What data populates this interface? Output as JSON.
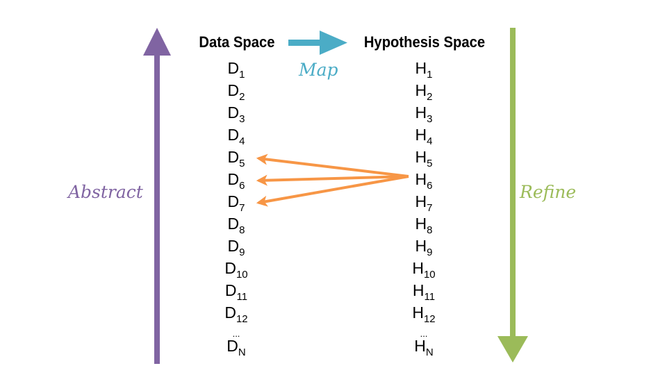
{
  "headings": {
    "data_space": "Data Space",
    "hypothesis_space": "Hypothesis Space"
  },
  "labels": {
    "map": "Map",
    "abstract": "Abstract",
    "refine": "Refine"
  },
  "data_items": [
    {
      "letter": "D",
      "sub": "1"
    },
    {
      "letter": "D",
      "sub": "2"
    },
    {
      "letter": "D",
      "sub": "3"
    },
    {
      "letter": "D",
      "sub": "4"
    },
    {
      "letter": "D",
      "sub": "5"
    },
    {
      "letter": "D",
      "sub": "6"
    },
    {
      "letter": "D",
      "sub": "7"
    },
    {
      "letter": "D",
      "sub": "8"
    },
    {
      "letter": "D",
      "sub": "9"
    },
    {
      "letter": "D",
      "sub": "10"
    },
    {
      "letter": "D",
      "sub": "11"
    },
    {
      "letter": "D",
      "sub": "12"
    }
  ],
  "data_last": {
    "letter": "D",
    "sub": "N"
  },
  "hyp_items": [
    {
      "letter": "H",
      "sub": "1"
    },
    {
      "letter": "H",
      "sub": "2"
    },
    {
      "letter": "H",
      "sub": "3"
    },
    {
      "letter": "H",
      "sub": "4"
    },
    {
      "letter": "H",
      "sub": "5"
    },
    {
      "letter": "H",
      "sub": "6"
    },
    {
      "letter": "H",
      "sub": "7"
    },
    {
      "letter": "H",
      "sub": "8"
    },
    {
      "letter": "H",
      "sub": "9"
    },
    {
      "letter": "H",
      "sub": "10"
    },
    {
      "letter": "H",
      "sub": "11"
    },
    {
      "letter": "H",
      "sub": "12"
    }
  ],
  "hyp_last": {
    "letter": "H",
    "sub": "N"
  },
  "ellipsis": "...",
  "mappings": {
    "from": "H6",
    "to": [
      "D5",
      "D6",
      "D7"
    ]
  },
  "colors": {
    "abstract": "#8064a2",
    "refine": "#9bbb59",
    "map": "#4bacc6",
    "mapping_arrows": "#f79646"
  }
}
